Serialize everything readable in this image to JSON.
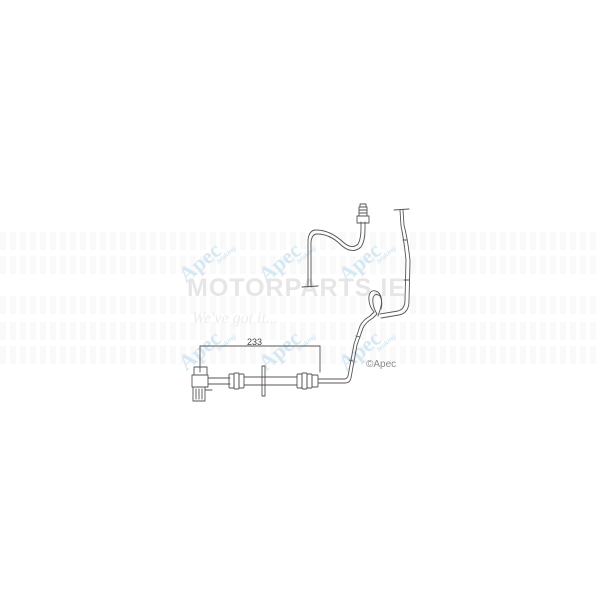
{
  "image": {
    "type": "product-technical-drawing",
    "subject": "brake-hose",
    "background": "#ffffff",
    "line_color": "#555555"
  },
  "drawing": {
    "dimension": {
      "value": "233"
    },
    "copyright": "©Apec"
  },
  "watermarks": {
    "brand": "Apec",
    "brand_sub": "braking",
    "site": "MOTORPARTS.IE",
    "tagline": "We've got it...",
    "brand_color": "#cfe3f0"
  }
}
